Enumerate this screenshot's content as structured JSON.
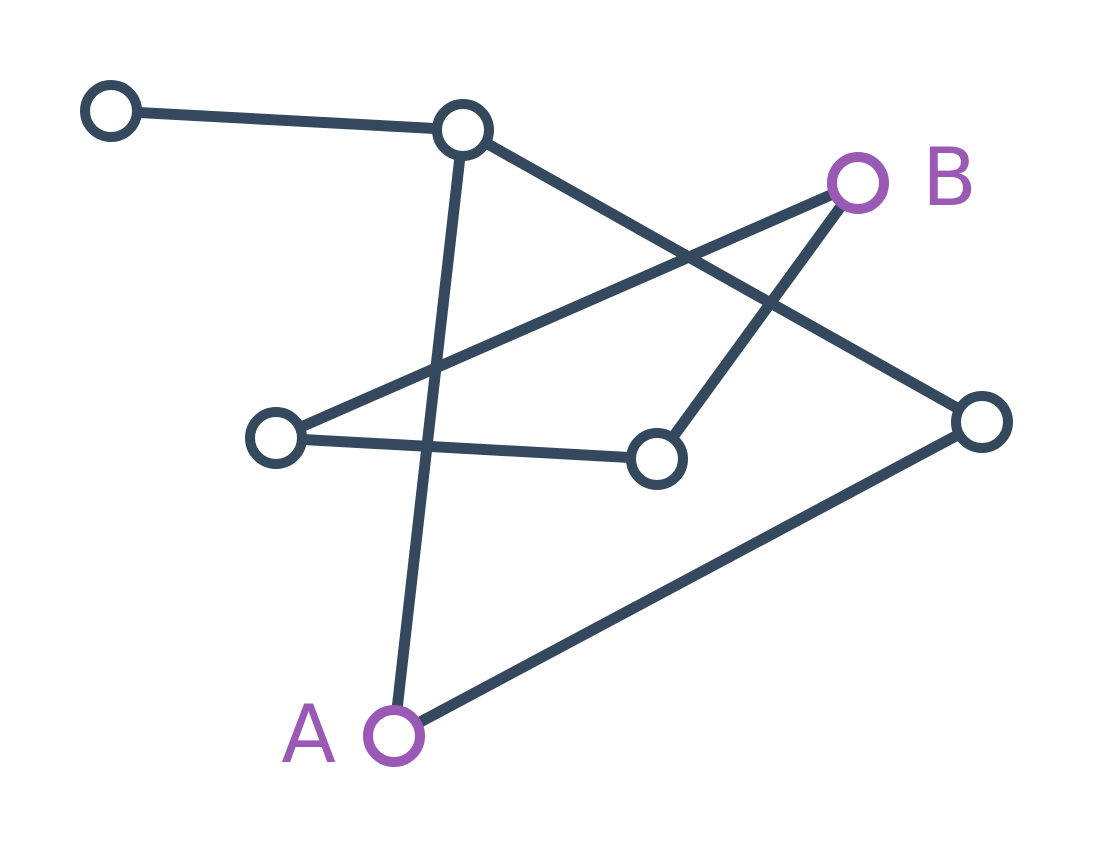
{
  "graph": {
    "colors": {
      "edge": "#34495e",
      "node": "#34495e",
      "highlight": "#9b59b6",
      "background": "#ffffff"
    },
    "nodes": [
      {
        "id": "n1",
        "label": "",
        "highlight": false
      },
      {
        "id": "n2",
        "label": "",
        "highlight": false
      },
      {
        "id": "b",
        "label": "B",
        "highlight": true
      },
      {
        "id": "n4",
        "label": "",
        "highlight": false
      },
      {
        "id": "n5",
        "label": "",
        "highlight": false
      },
      {
        "id": "n6",
        "label": "",
        "highlight": false
      },
      {
        "id": "a",
        "label": "A",
        "highlight": true
      }
    ],
    "edges": [
      {
        "from": "n1",
        "to": "n2"
      },
      {
        "from": "n2",
        "to": "a"
      },
      {
        "from": "n2",
        "to": "n6"
      },
      {
        "from": "b",
        "to": "n4"
      },
      {
        "from": "b",
        "to": "n5"
      },
      {
        "from": "n4",
        "to": "n5"
      },
      {
        "from": "n6",
        "to": "a"
      }
    ]
  }
}
